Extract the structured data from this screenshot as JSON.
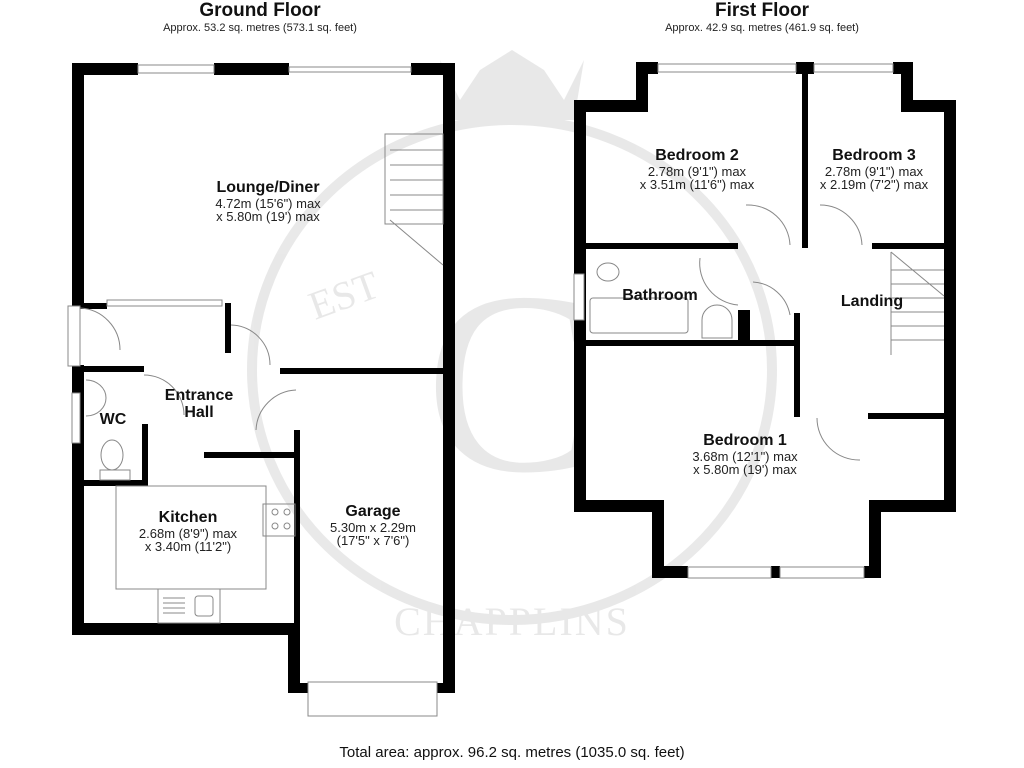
{
  "ground_floor": {
    "title": "Ground Floor",
    "area": "Approx. 53.2 sq. metres (573.1 sq. feet)",
    "rooms": [
      {
        "name": "Lounge/Diner",
        "dim1": "4.72m (15'6\") max",
        "dim2": "x 5.80m (19') max"
      },
      {
        "name": "Entrance",
        "name2": "Hall"
      },
      {
        "name": "WC"
      },
      {
        "name": "Kitchen",
        "dim1": "2.68m (8'9\") max",
        "dim2": "x 3.40m (11'2\")"
      },
      {
        "name": "Garage",
        "dim1": "5.30m x 2.29m",
        "dim2": "(17'5\" x 7'6\")"
      }
    ]
  },
  "first_floor": {
    "title": "First Floor",
    "area": "Approx. 42.9 sq. metres (461.9 sq. feet)",
    "rooms": [
      {
        "name": "Bedroom 2",
        "dim1": "2.78m (9'1\") max",
        "dim2": "x 3.51m (11'6\") max"
      },
      {
        "name": "Bedroom 3",
        "dim1": "2.78m (9'1\") max",
        "dim2": "x 2.19m (7'2\") max"
      },
      {
        "name": "Bathroom"
      },
      {
        "name": "Landing"
      },
      {
        "name": "Bedroom 1",
        "dim1": "3.68m (12'1\") max",
        "dim2": "x 5.80m (19') max"
      }
    ]
  },
  "watermark": {
    "brand": "CHAPPLINS",
    "est": "EST",
    "initial": "C"
  },
  "total_area": "Total area: approx. 96.2 sq. metres (1035.0 sq. feet)"
}
